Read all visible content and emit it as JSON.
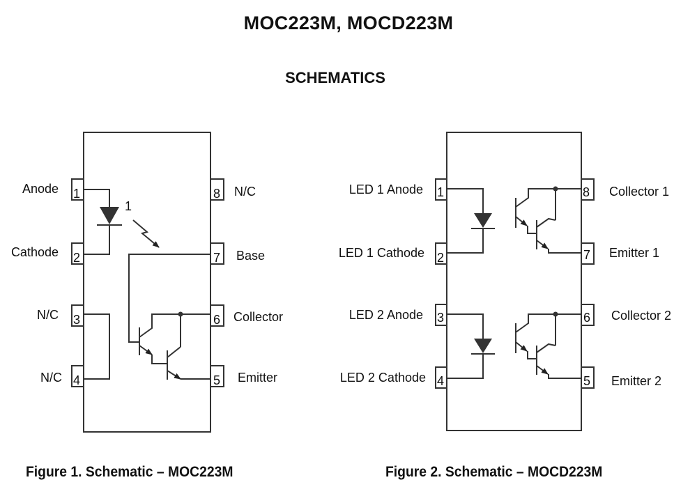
{
  "page": {
    "title": "MOC223M, MOCD223M",
    "subtitle": "SCHEMATICS"
  },
  "figure1": {
    "caption": "Figure 1. Schematic – MOC223M",
    "led_annotation": "1",
    "pins": [
      {
        "num": "1",
        "label": "Anode"
      },
      {
        "num": "2",
        "label": "Cathode"
      },
      {
        "num": "3",
        "label": "N/C"
      },
      {
        "num": "4",
        "label": "N/C"
      },
      {
        "num": "5",
        "label": "Emitter"
      },
      {
        "num": "6",
        "label": "Collector"
      },
      {
        "num": "7",
        "label": "Base"
      },
      {
        "num": "8",
        "label": "N/C"
      }
    ]
  },
  "figure2": {
    "caption": "Figure 2. Schematic – MOCD223M",
    "pins": [
      {
        "num": "1",
        "label": "LED 1 Anode"
      },
      {
        "num": "2",
        "label": "LED 1 Cathode"
      },
      {
        "num": "3",
        "label": "LED 2 Anode"
      },
      {
        "num": "4",
        "label": "LED 2 Cathode"
      },
      {
        "num": "5",
        "label": "Emitter 2"
      },
      {
        "num": "6",
        "label": "Collector 2"
      },
      {
        "num": "7",
        "label": "Emitter 1"
      },
      {
        "num": "8",
        "label": "Collector 1"
      }
    ]
  }
}
